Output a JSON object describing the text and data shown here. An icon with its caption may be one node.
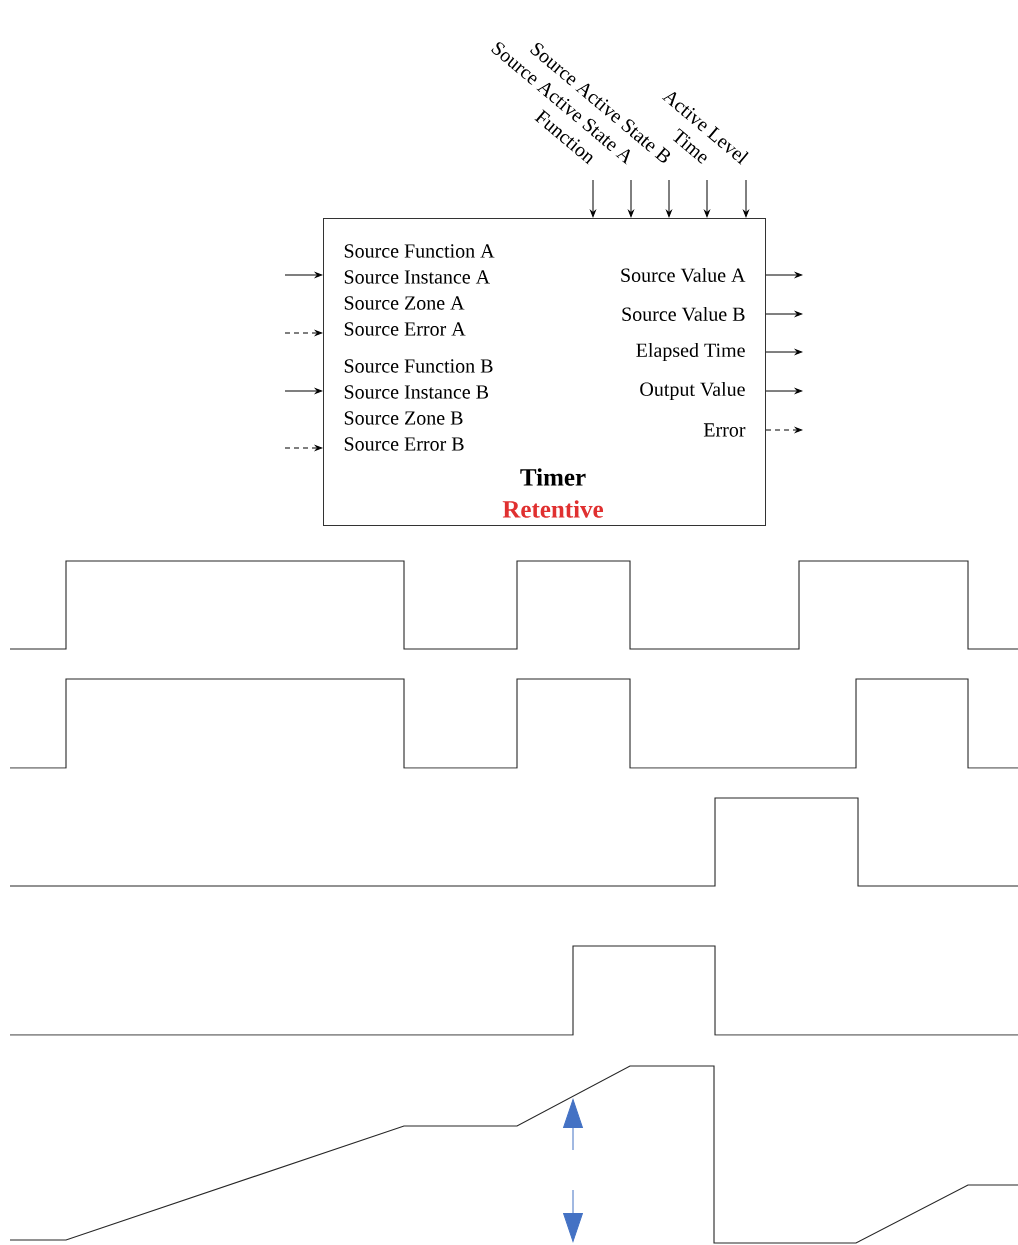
{
  "diagram": {
    "nodes": [
      {
        "text": [
          "Function"
        ]
      },
      {
        "text": [
          "Source Active State A"
        ]
      },
      {
        "text": [
          "Source Active State B"
        ]
      },
      {
        "text": [
          "Time"
        ]
      },
      {
        "text": [
          "Active Level"
        ]
      },
      {
        "text": [
          "Source Function A",
          "Source Instance A",
          "Source Zone A",
          "Source Error A",
          "Source Function B",
          "Source Instance B",
          "Source Zone B",
          "Source Error B",
          "Source Value A",
          "Source Value B",
          "Elapsed Time",
          "Output Value",
          "Error",
          "Timer",
          "Retentive"
        ]
      }
    ],
    "edges": [
      {
        "from": 0,
        "to": 5,
        "arrow": "to"
      },
      {
        "from": 1,
        "to": 5,
        "arrow": "to"
      },
      {
        "from": 2,
        "to": 5,
        "arrow": "to"
      },
      {
        "from": 3,
        "to": 5,
        "arrow": "to"
      },
      {
        "from": 4,
        "to": 5,
        "arrow": "to"
      },
      {
        "from": null,
        "to": 5,
        "arrow": "to"
      },
      {
        "from": null,
        "to": 5,
        "arrow": "to",
        "style": "dashed"
      },
      {
        "from": null,
        "to": 5,
        "arrow": "to"
      },
      {
        "from": null,
        "to": 5,
        "arrow": "to",
        "style": "dashed"
      },
      {
        "from": 5,
        "to": null,
        "arrow": "to"
      },
      {
        "from": 5,
        "to": null,
        "arrow": "to"
      },
      {
        "from": 5,
        "to": null,
        "arrow": "to"
      },
      {
        "from": 5,
        "to": null,
        "arrow": "to"
      },
      {
        "from": 5,
        "to": null,
        "arrow": "to",
        "style": "dashed"
      }
    ]
  }
}
